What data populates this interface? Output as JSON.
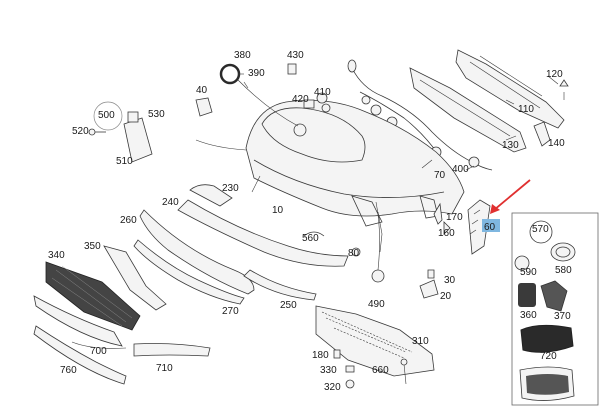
{
  "labels": {
    "p10": "10",
    "p20": "20",
    "p30": "30",
    "p40": "40",
    "p60": "60",
    "p70": "70",
    "p80": "80",
    "p110": "110",
    "p120": "120",
    "p130": "130",
    "p140": "140",
    "p160": "160",
    "p170": "170",
    "p180": "180",
    "p230": "230",
    "p240": "240",
    "p250": "250",
    "p260": "260",
    "p270": "270",
    "p310": "310",
    "p320": "320",
    "p330": "330",
    "p340": "340",
    "p350": "350",
    "p360": "360",
    "p370": "370",
    "p380": "380",
    "p390": "390",
    "p400": "400",
    "p410": "410",
    "p420": "420",
    "p430": "430",
    "p490": "490",
    "p500": "500",
    "p510": "510",
    "p520": "520",
    "p530": "530",
    "p560": "560",
    "p570": "570",
    "p580": "580",
    "p590": "590",
    "p660": "660",
    "p700": "700",
    "p710": "710",
    "p720": "720",
    "p760": "760"
  },
  "colors": {
    "highlight": "#7fb7e0",
    "arrow": "#e03030"
  },
  "icons": {
    "callout_arrow": "red-arrow-icon"
  }
}
